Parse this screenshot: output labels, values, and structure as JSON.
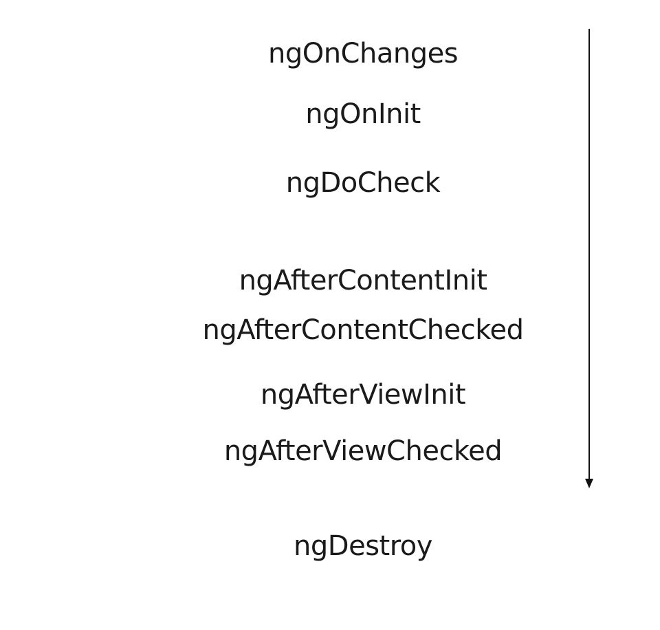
{
  "hooks": {
    "on_changes": "ngOnChanges",
    "on_init": "ngOnInit",
    "do_check": "ngDoCheck",
    "after_content_init": "ngAfterContentInit",
    "after_content_checked": "ngAfterContentChecked",
    "after_view_init": "ngAfterViewInit",
    "after_view_checked": "ngAfterViewChecked",
    "destroy": "ngDestroy"
  },
  "colors": {
    "text": "#1a1a1a",
    "arrow": "#111111",
    "background": "#ffffff"
  }
}
